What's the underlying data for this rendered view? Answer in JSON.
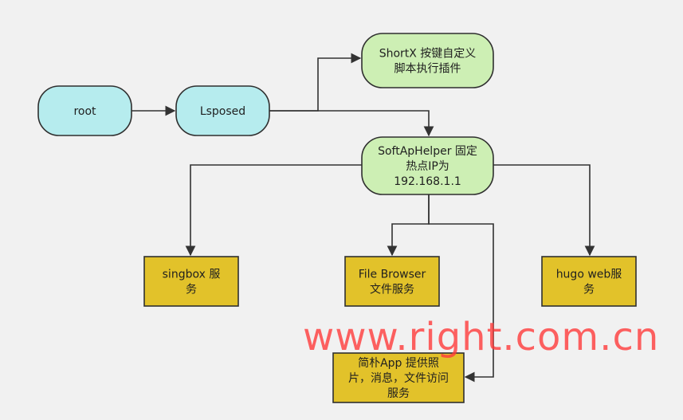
{
  "diagram": {
    "nodes": {
      "root": {
        "lines": [
          "root"
        ],
        "fill": "#b6ecee",
        "stroke": "#2f2f2f",
        "shape": "rounded"
      },
      "lsposed": {
        "lines": [
          "Lsposed"
        ],
        "fill": "#b6ecee",
        "stroke": "#2f2f2f",
        "shape": "rounded"
      },
      "shortx": {
        "lines": [
          "ShortX 按键自定义",
          "脚本执行插件"
        ],
        "fill": "#cdefb4",
        "stroke": "#2f2f2f",
        "shape": "rounded"
      },
      "softap": {
        "lines": [
          "SoftApHelper 固定",
          "热点IP为",
          "192.168.1.1"
        ],
        "fill": "#cdefb4",
        "stroke": "#2f2f2f",
        "shape": "rounded"
      },
      "singbox": {
        "lines": [
          "singbox 服",
          "务"
        ],
        "fill": "#e2c22a",
        "stroke": "#2f2f2f",
        "shape": "rect"
      },
      "filebrowser": {
        "lines": [
          "File Browser",
          "文件服务"
        ],
        "fill": "#e2c22a",
        "stroke": "#2f2f2f",
        "shape": "rect"
      },
      "hugo": {
        "lines": [
          "hugo web服",
          "务"
        ],
        "fill": "#e2c22a",
        "stroke": "#2f2f2f",
        "shape": "rect"
      },
      "jianpu": {
        "lines": [
          "简朴App 提供照",
          "片，消息，文件访问",
          "服务"
        ],
        "fill": "#e2c22a",
        "stroke": "#2f2f2f",
        "shape": "rect"
      }
    },
    "edges": [
      {
        "from": "root",
        "to": "lsposed"
      },
      {
        "from": "lsposed",
        "to": "shortx"
      },
      {
        "from": "lsposed",
        "to": "softap"
      },
      {
        "from": "softap",
        "to": "singbox"
      },
      {
        "from": "softap",
        "to": "filebrowser"
      },
      {
        "from": "softap",
        "to": "hugo"
      },
      {
        "from": "softap",
        "to": "jianpu"
      }
    ],
    "edge_color": "#333333"
  },
  "watermark": {
    "text": "www.right.com.cn",
    "color": "#ff3b3b"
  }
}
